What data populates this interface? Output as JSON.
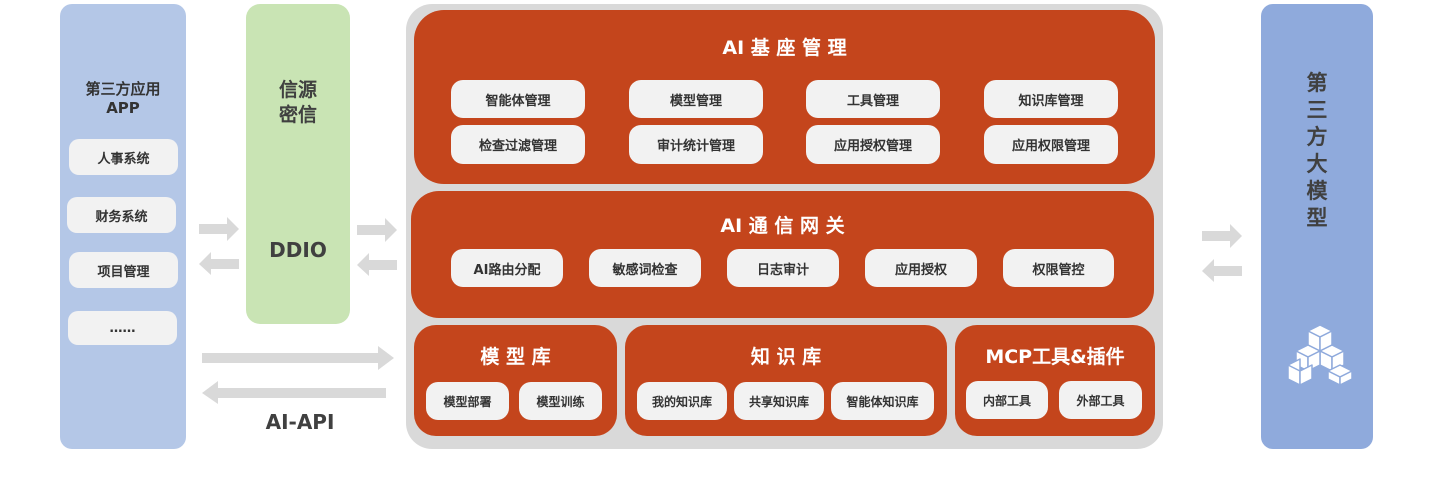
{
  "left": {
    "title_line1": "第三方应用",
    "title_line2": "APP",
    "items": [
      "人事系统",
      "财务系统",
      "项目管理",
      "……"
    ]
  },
  "ddio": {
    "title_line1": "信源",
    "title_line2": "密信",
    "subtitle": "DDIO"
  },
  "api_label": "AI-API",
  "base": {
    "title": "AI 基 座 管 理",
    "items": [
      "智能体管理",
      "模型管理",
      "工具管理",
      "知识库管理",
      "检查过滤管理",
      "审计统计管理",
      "应用授权管理",
      "应用权限管理"
    ]
  },
  "gateway": {
    "title": "AI 通 信 网 关",
    "items": [
      "AI路由分配",
      "敏感词检查",
      "日志审计",
      "应用授权",
      "权限管控"
    ]
  },
  "model_lib": {
    "title": "模 型 库",
    "items": [
      "模型部署",
      "模型训练"
    ]
  },
  "knowledge": {
    "title": "知 识 库",
    "items": [
      "我的知识库",
      "共享知识库",
      "智能体知识库"
    ]
  },
  "mcp": {
    "title": "MCP工具&插件",
    "items": [
      "内部工具",
      "外部工具"
    ]
  },
  "right": {
    "title_chars": [
      "第",
      "三",
      "方",
      "大",
      "模",
      "型"
    ]
  },
  "colors": {
    "red": "#c4451c",
    "left_panel": "#b4c7e7",
    "ddio_panel": "#c9e4b4",
    "right_panel": "#8faadc",
    "center_bg": "#d9d9d9",
    "arrow": "#d9d9d9"
  },
  "icons": [
    "arrow-right-icon",
    "arrow-left-icon",
    "cubes-icon"
  ]
}
